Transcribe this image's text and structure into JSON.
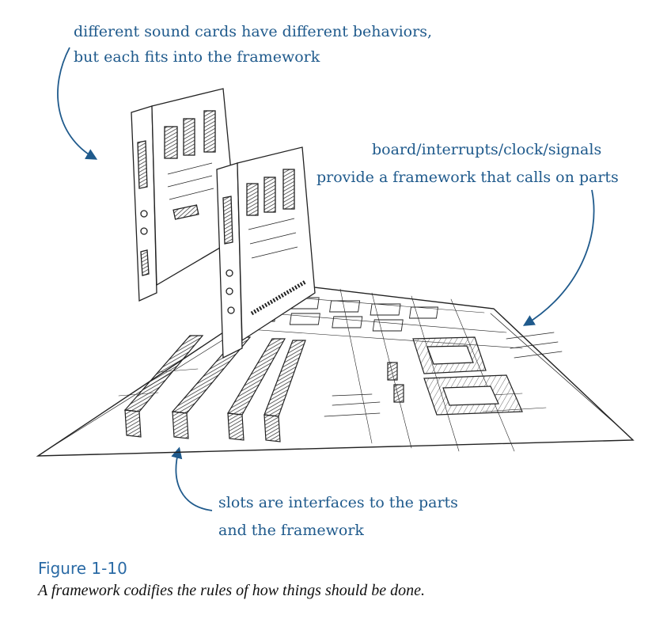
{
  "annotations": {
    "sound_cards_line1": "different sound cards have different behaviors,",
    "sound_cards_line2": "but each fits into the framework",
    "framework_line1": "board/interrupts/clock/signals",
    "framework_line2": "provide a framework that calls on parts",
    "slots_line1": "slots are interfaces to the parts",
    "slots_line2": "and the framework"
  },
  "figure": {
    "label": "Figure 1-10",
    "caption": "A framework codifies the rules of how things should be done."
  },
  "colors": {
    "annotation": "#1f5a8c",
    "figure_label": "#2a6aa5",
    "sketch_ink": "#222222"
  }
}
